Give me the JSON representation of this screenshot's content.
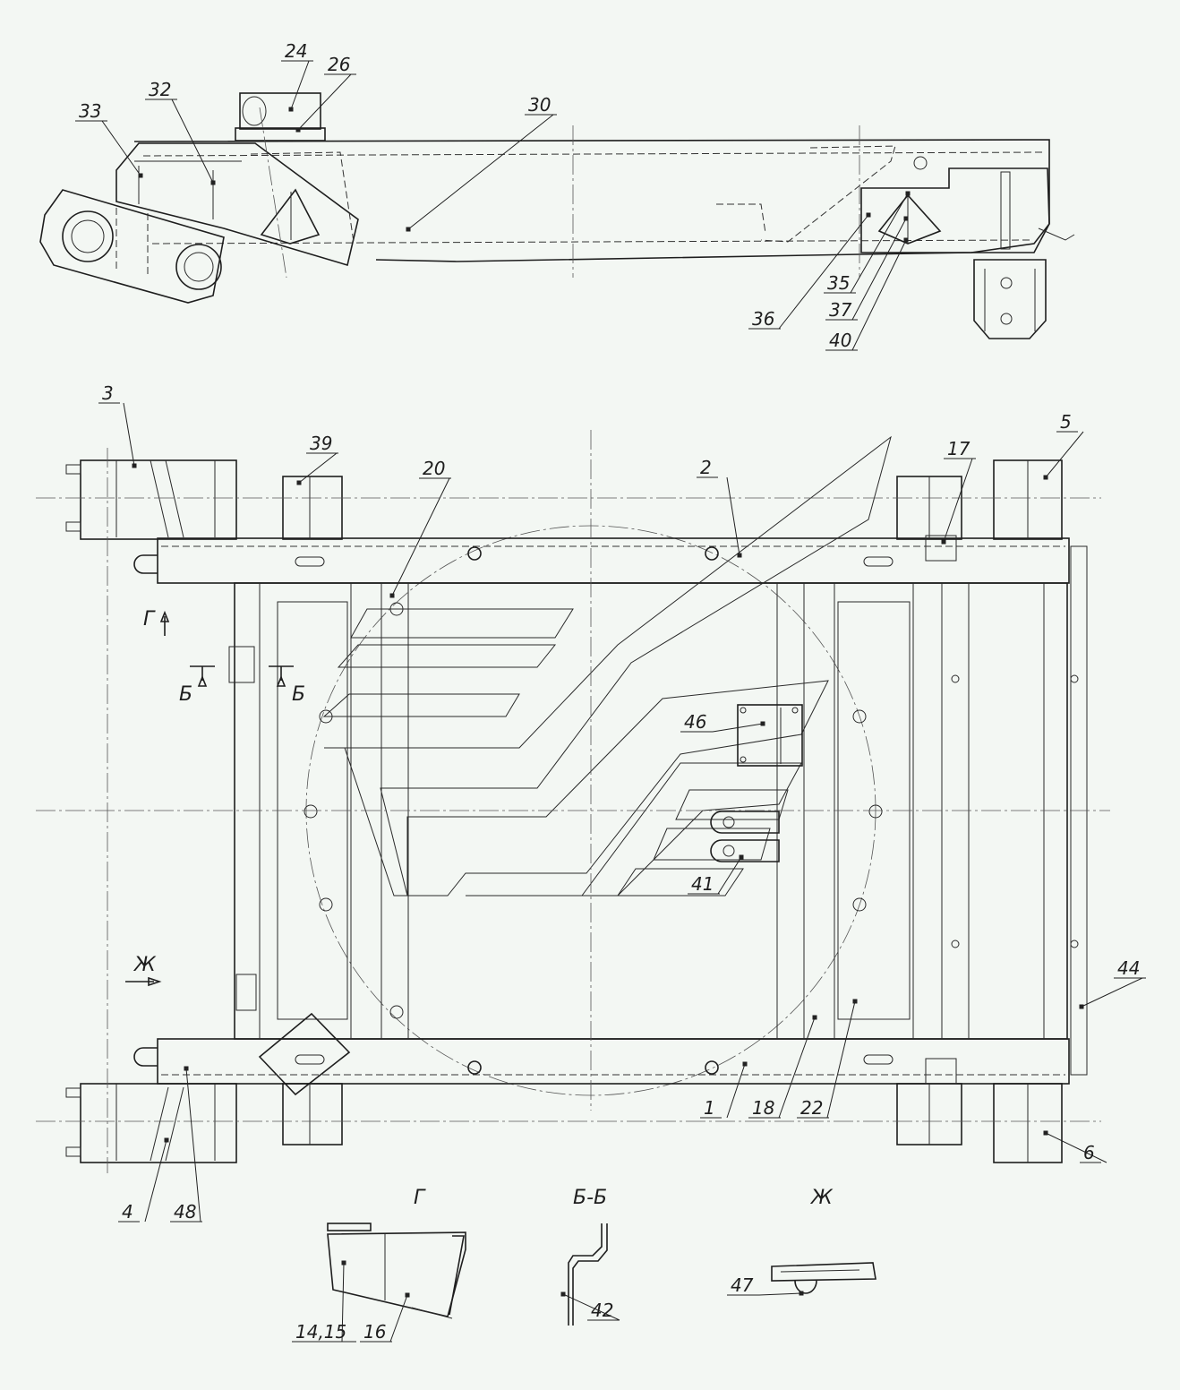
{
  "colors": {
    "background": "#f3f7f3",
    "line": "#1e1e1e"
  },
  "callouts": {
    "side_view": [
      "24",
      "26",
      "30",
      "32",
      "33",
      "35",
      "36",
      "37",
      "40"
    ],
    "plan_view": [
      "1",
      "2",
      "3",
      "4",
      "5",
      "6",
      "17",
      "18",
      "20",
      "22",
      "39",
      "41",
      "44",
      "46",
      "48"
    ],
    "details": [
      "14,15",
      "16",
      "42",
      "47"
    ]
  },
  "section_markers": {
    "g": "Г",
    "b": "Б",
    "zh": "Ж"
  },
  "detail_titles": {
    "g": "Г",
    "bb": "Б-Б",
    "zh": "Ж"
  }
}
